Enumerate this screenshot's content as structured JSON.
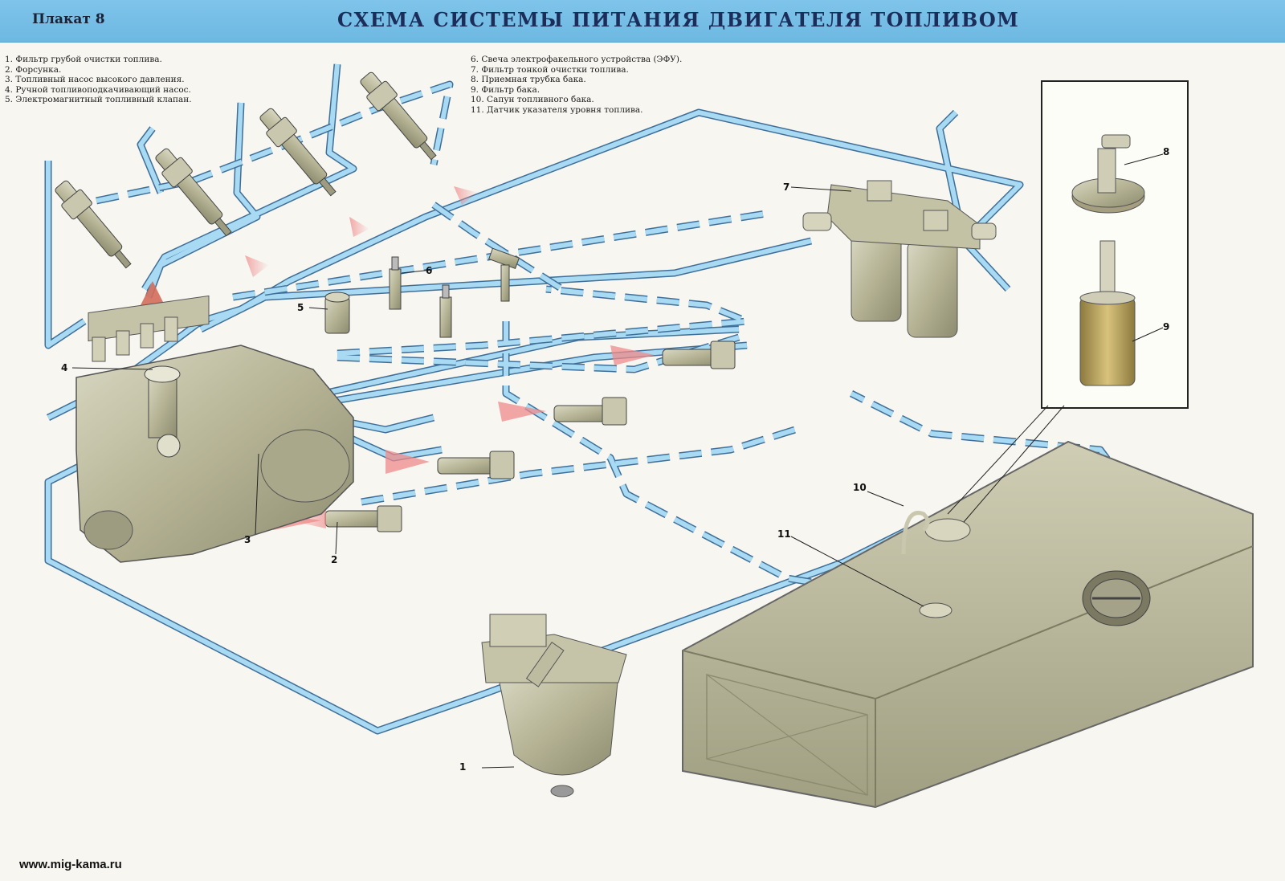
{
  "header": {
    "plakat": "Плакат 8",
    "title": "СХЕМА СИСТЕМЫ ПИТАНИЯ ДВИГАТЕЛЯ ТОПЛИВОМ",
    "background_color": "#7fc4ea"
  },
  "legend_left": [
    "1. Фильтр грубой очистки топлива.",
    "2. Форсунка.",
    "3. Топливный насос высокого давления.",
    "4. Ручной топливоподкачивающий насос.",
    "5. Электромагнитный топливный клапан."
  ],
  "legend_right": [
    "6. Свеча электрофакельного устройства (ЭФУ).",
    "7. Фильтр тонкой очистки топлива.",
    "8. Приемная трубка бака.",
    "9. Фильтр бака.",
    "10. Сапун топливного бака.",
    "11. Датчик указателя уровня топлива."
  ],
  "callouts": {
    "n1": "1",
    "n2": "2",
    "n3": "3",
    "n4": "4",
    "n5": "5",
    "n6": "6",
    "n7": "7",
    "n8": "8",
    "n9": "9",
    "n10": "10",
    "n11": "11"
  },
  "colors": {
    "fuel_line": "#9fd3ef",
    "fuel_line_outline": "#3f6f98",
    "metal": "#b9b79a",
    "spray": "#ef8a8a"
  },
  "footer": {
    "url": "www.mig-kama.ru"
  }
}
